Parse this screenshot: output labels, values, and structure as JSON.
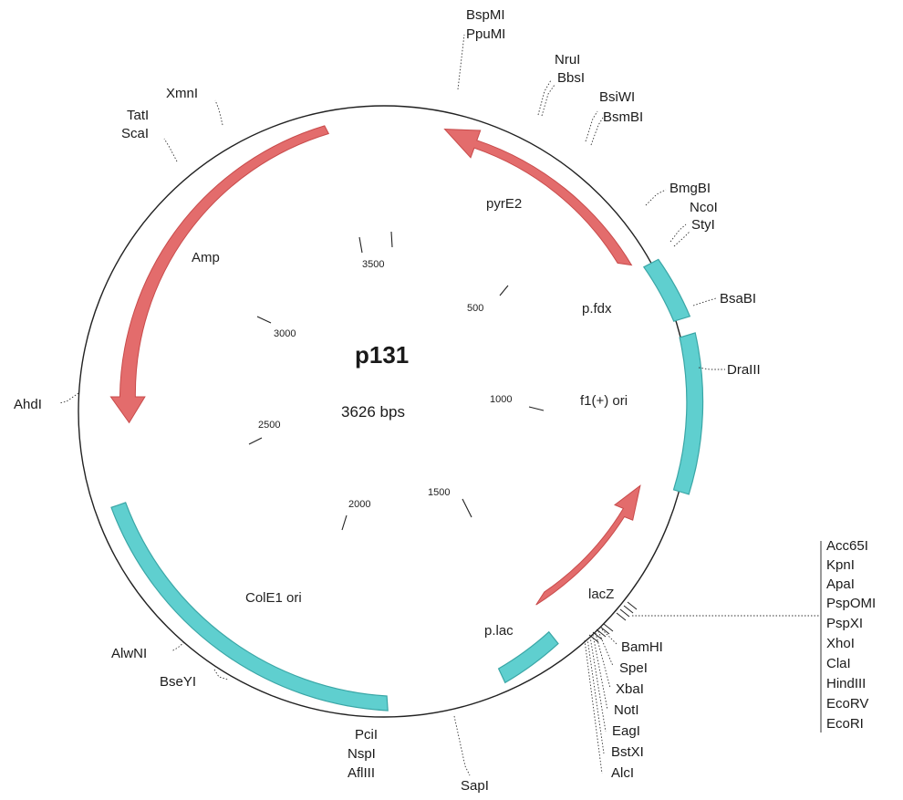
{
  "plasmid": {
    "name": "p131",
    "size_label": "3626 bps",
    "length_bp": 3626
  },
  "colors": {
    "backbone": "#222222",
    "arrow_feature": "#e36c6c",
    "arrow_stroke": "#c84b4b",
    "box_feature": "#5fcfcf",
    "box_stroke": "#3aa6a6"
  },
  "ticks": [
    "500",
    "1000",
    "1500",
    "2000",
    "2500",
    "3000",
    "3500"
  ],
  "features": {
    "arrows": [
      "Amp",
      "pyrE2",
      "lacZ"
    ],
    "boxes": [
      "p.fdx",
      "f1(+) ori",
      "p.lac",
      "ColE1 ori"
    ]
  },
  "sites": {
    "bspmi_group": [
      "BspMI",
      "PpuMI"
    ],
    "nrui_group": [
      "NruI",
      "BbsI"
    ],
    "bsiwi_group": [
      "BsiWI",
      "BsmBI"
    ],
    "bmgbi": "BmgBI",
    "ncoi_group": [
      "NcoI",
      "StyI"
    ],
    "bsabi": "BsaBI",
    "draiii": "DraIII",
    "mcs_right": [
      "Acc65I",
      "KpnI",
      "ApaI",
      "PspOMI",
      "PspXI",
      "XhoI",
      "ClaI",
      "HindIII",
      "EcoRV",
      "EcoRI"
    ],
    "mcs_below": [
      "BamHI",
      "SpeI",
      "XbaI",
      "NotI",
      "EagI",
      "BstXI",
      "AlcI"
    ],
    "sapi": "SapI",
    "pcii_group": [
      "PciI",
      "NspI",
      "AflIII"
    ],
    "bseyi": "BseYI",
    "alwni": "AlwNI",
    "ahdi": "AhdI",
    "tati_group": [
      "TatI",
      "ScaI"
    ],
    "xmni": "XmnI"
  }
}
